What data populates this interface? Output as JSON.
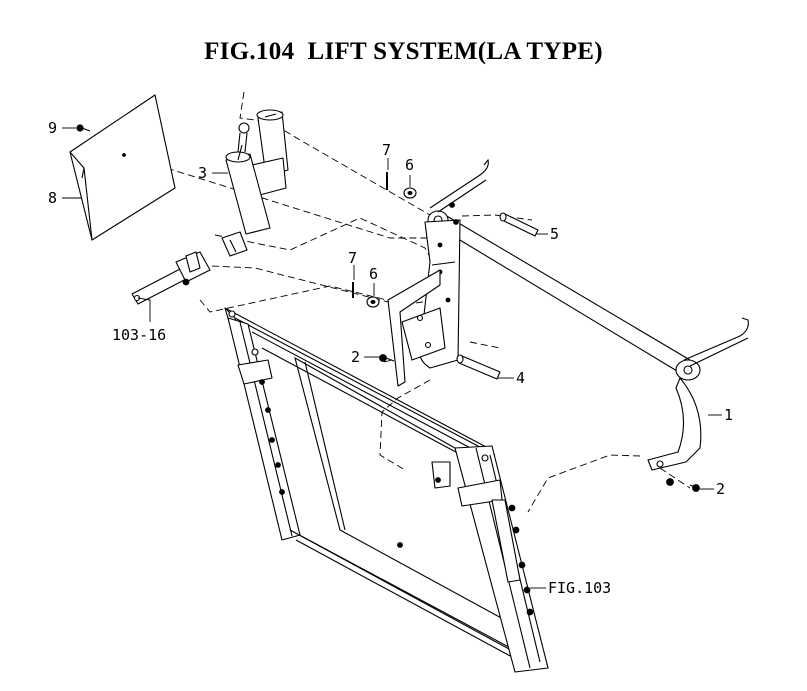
{
  "title": "FIG.104  LIFT SYSTEM(LA TYPE)",
  "callouts": {
    "c9": "9",
    "c8": "8",
    "c3": "3",
    "c103_16": "103-16",
    "c7a": "7",
    "c6a": "6",
    "c5": "5",
    "c7b": "7",
    "c6b": "6",
    "c2a": "2",
    "c4": "4",
    "c1": "1",
    "c2b": "2",
    "cfig103": "FIG.103"
  }
}
